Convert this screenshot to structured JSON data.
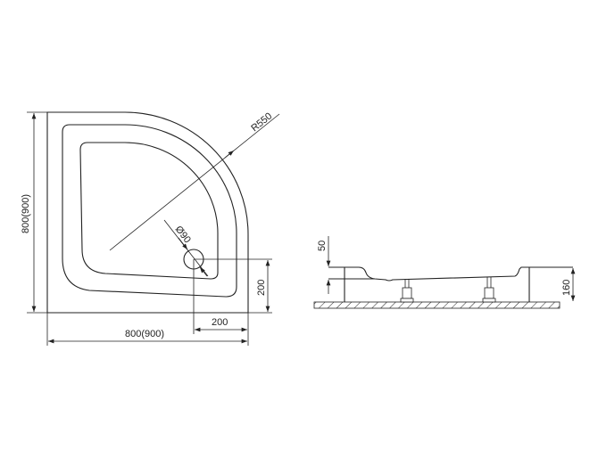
{
  "top_view": {
    "width_label": "800(900)",
    "depth_label": "800(900)",
    "radius_label": "R550",
    "drain_diameter_label": "Ø90",
    "drain_offset_x_label": "200",
    "drain_offset_y_label": "200"
  },
  "side_view": {
    "rim_height_label": "50",
    "total_height_label": "160"
  },
  "colors": {
    "line": "#222222",
    "background": "#ffffff"
  }
}
